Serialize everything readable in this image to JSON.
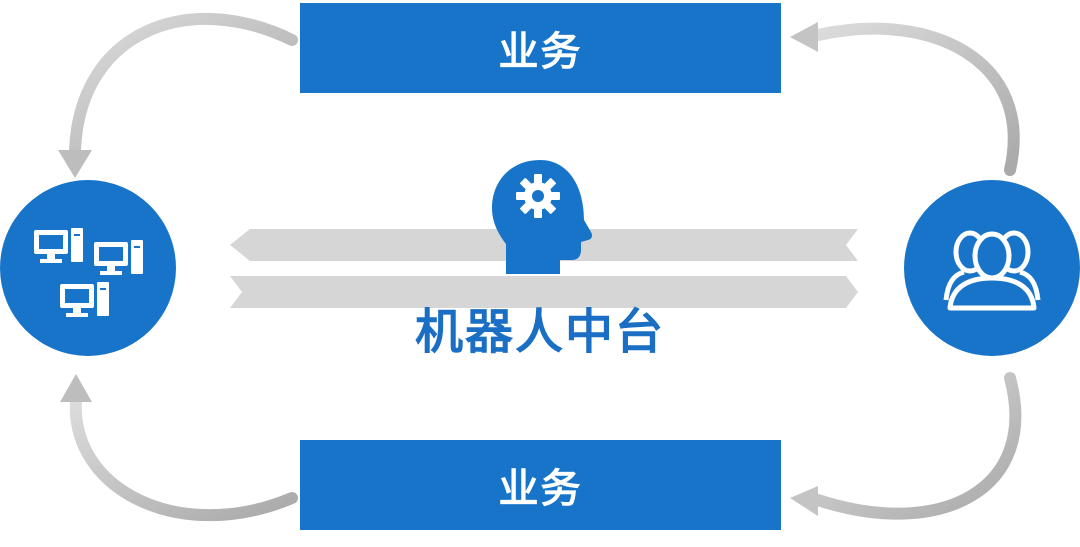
{
  "diagram": {
    "top_box_label": "业务",
    "bottom_box_label": "业务",
    "center_label": "机器人中台",
    "left_node_icon": "computers-network-icon",
    "right_node_icon": "users-group-icon",
    "center_icon": "head-gear-icon"
  },
  "colors": {
    "primary_blue": "#1874c8",
    "arrow_gray": "#c8c8c8",
    "band_gray": "#d6d6d6"
  }
}
